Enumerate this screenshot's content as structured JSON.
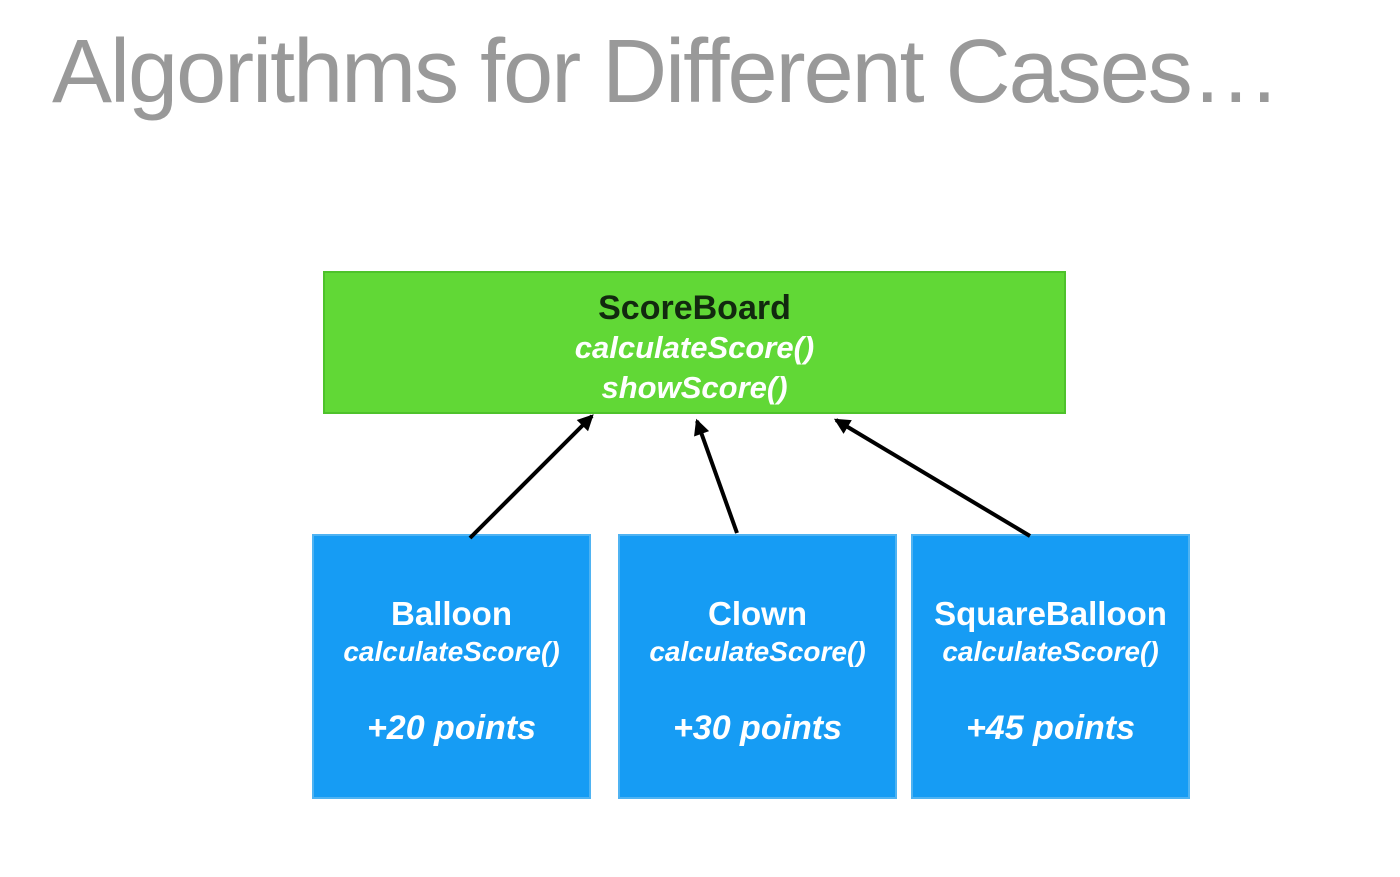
{
  "slide": {
    "title": "Algorithms for Different Cases…"
  },
  "scoreboard": {
    "name": "ScoreBoard",
    "methods": [
      "calculateScore()",
      "showScore()"
    ]
  },
  "subclasses": [
    {
      "name": "Balloon",
      "method": "calculateScore()",
      "points": "+20 points"
    },
    {
      "name": "Clown",
      "method": "calculateScore()",
      "points": "+30 points"
    },
    {
      "name": "SquareBalloon",
      "method": "calculateScore()",
      "points": "+45 points"
    }
  ],
  "arrows": [
    {
      "from": "Balloon",
      "to": "ScoreBoard"
    },
    {
      "from": "Clown",
      "to": "ScoreBoard"
    },
    {
      "from": "SquareBalloon",
      "to": "ScoreBoard"
    }
  ],
  "colors": {
    "background": "#FFFFFF",
    "title": "#999999",
    "scoreboard_fill": "#61D836",
    "scoreboard_border": "#4EC22B",
    "scoreboard_name_text": "#12290F",
    "subclass_fill": "#169CF4",
    "subclass_border": "#4FB3F2",
    "method_text": "#FFFFFF",
    "arrow": "#000000"
  }
}
